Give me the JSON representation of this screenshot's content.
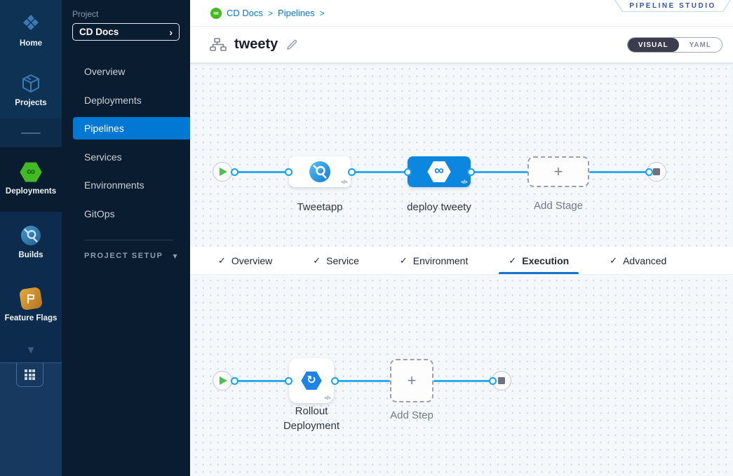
{
  "rail": {
    "items": [
      {
        "label": "Home",
        "active": false
      },
      {
        "label": "Projects",
        "active": false
      },
      {
        "label": "Deployments",
        "active": true
      },
      {
        "label": "Builds",
        "active": false
      },
      {
        "label": "Feature Flags",
        "active": false
      }
    ]
  },
  "subnav": {
    "project_label": "Project",
    "project_value": "CD Docs",
    "items": [
      "Overview",
      "Deployments",
      "Pipelines",
      "Services",
      "Environments",
      "GitOps"
    ],
    "selected_item": "Pipelines",
    "section_label": "PROJECT SETUP"
  },
  "header": {
    "breadcrumb": {
      "project": "CD Docs",
      "section": "Pipelines",
      "separator": ">"
    },
    "badge": "PIPELINE STUDIO",
    "pipeline_title": "tweety",
    "view_toggle": {
      "visual": "VISUAL",
      "yaml": "YAML",
      "active": "VISUAL"
    }
  },
  "stage_flow": {
    "stage1_label": "Tweetapp",
    "stage2_label": "deploy tweety",
    "add_label": "Add Stage",
    "selected_stage": "deploy tweety"
  },
  "tabs": [
    {
      "label": "Overview",
      "checked": true,
      "active": false
    },
    {
      "label": "Service",
      "checked": true,
      "active": false
    },
    {
      "label": "Environment",
      "checked": true,
      "active": false
    },
    {
      "label": "Execution",
      "checked": true,
      "active": true
    },
    {
      "label": "Advanced",
      "checked": true,
      "active": false
    }
  ],
  "execution_flow": {
    "step1_label": "Rollout Deployment",
    "add_label": "Add Step"
  },
  "icons": {
    "infinity": "∞",
    "check": "✓",
    "chevron_right": "›",
    "chevron_down": "▾",
    "plus": "+",
    "code": "</>",
    "home_glyph": "❖"
  },
  "colors": {
    "accent": "#0278d5",
    "green": "#42ba24",
    "flow_line": "#2fabec",
    "selected_node_bg": "#0b87e0",
    "badge_text": "#2c55b0",
    "rail_bg": "#0e3254",
    "subnav_bg": "#0a1c2f"
  }
}
